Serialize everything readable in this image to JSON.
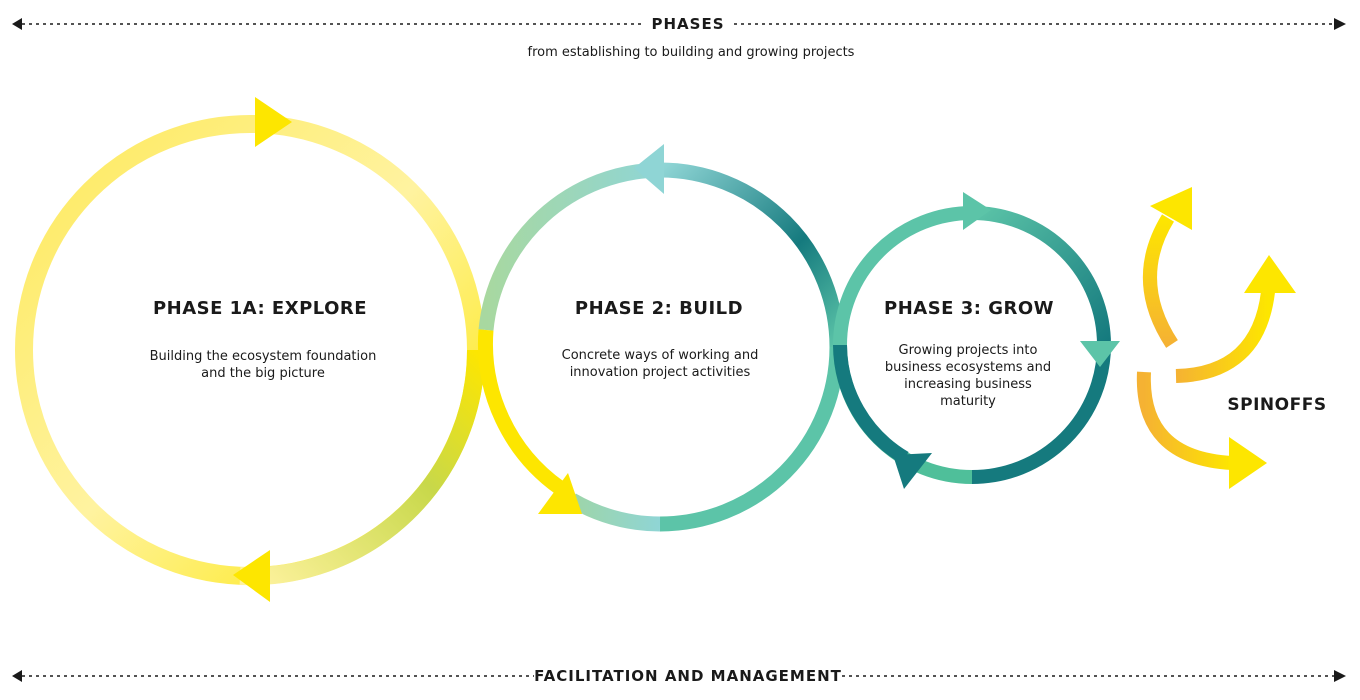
{
  "header": {
    "title": "PHASES",
    "subtitle": "from establishing to building and growing projects"
  },
  "footer": {
    "title": "FACILITATION AND MANAGEMENT"
  },
  "phases": [
    {
      "title": "PHASE 1A: EXPLORE",
      "desc": [
        "Building the ecosystem foundation",
        "and the big picture"
      ]
    },
    {
      "title": "PHASE 2: BUILD",
      "desc": [
        "Concrete ways of working and",
        "innovation project activities"
      ]
    },
    {
      "title": "PHASE 3: GROW",
      "desc": [
        "Growing projects into",
        "business ecosystems and",
        "increasing business",
        "maturity"
      ]
    }
  ],
  "spinoffs": {
    "label": "SPINOFFS"
  },
  "colors": {
    "yellow": "#fde600",
    "yellow_light": "#fff3a0",
    "yellow_mid": "#fde95a",
    "lime": "#c8d84a",
    "green_light": "#9ed5a8",
    "aqua": "#8fd5d5",
    "teal": "#5cc4a8",
    "teal_dark": "#157a7e",
    "orange": "#f5b233",
    "text": "#1a1a1a"
  }
}
